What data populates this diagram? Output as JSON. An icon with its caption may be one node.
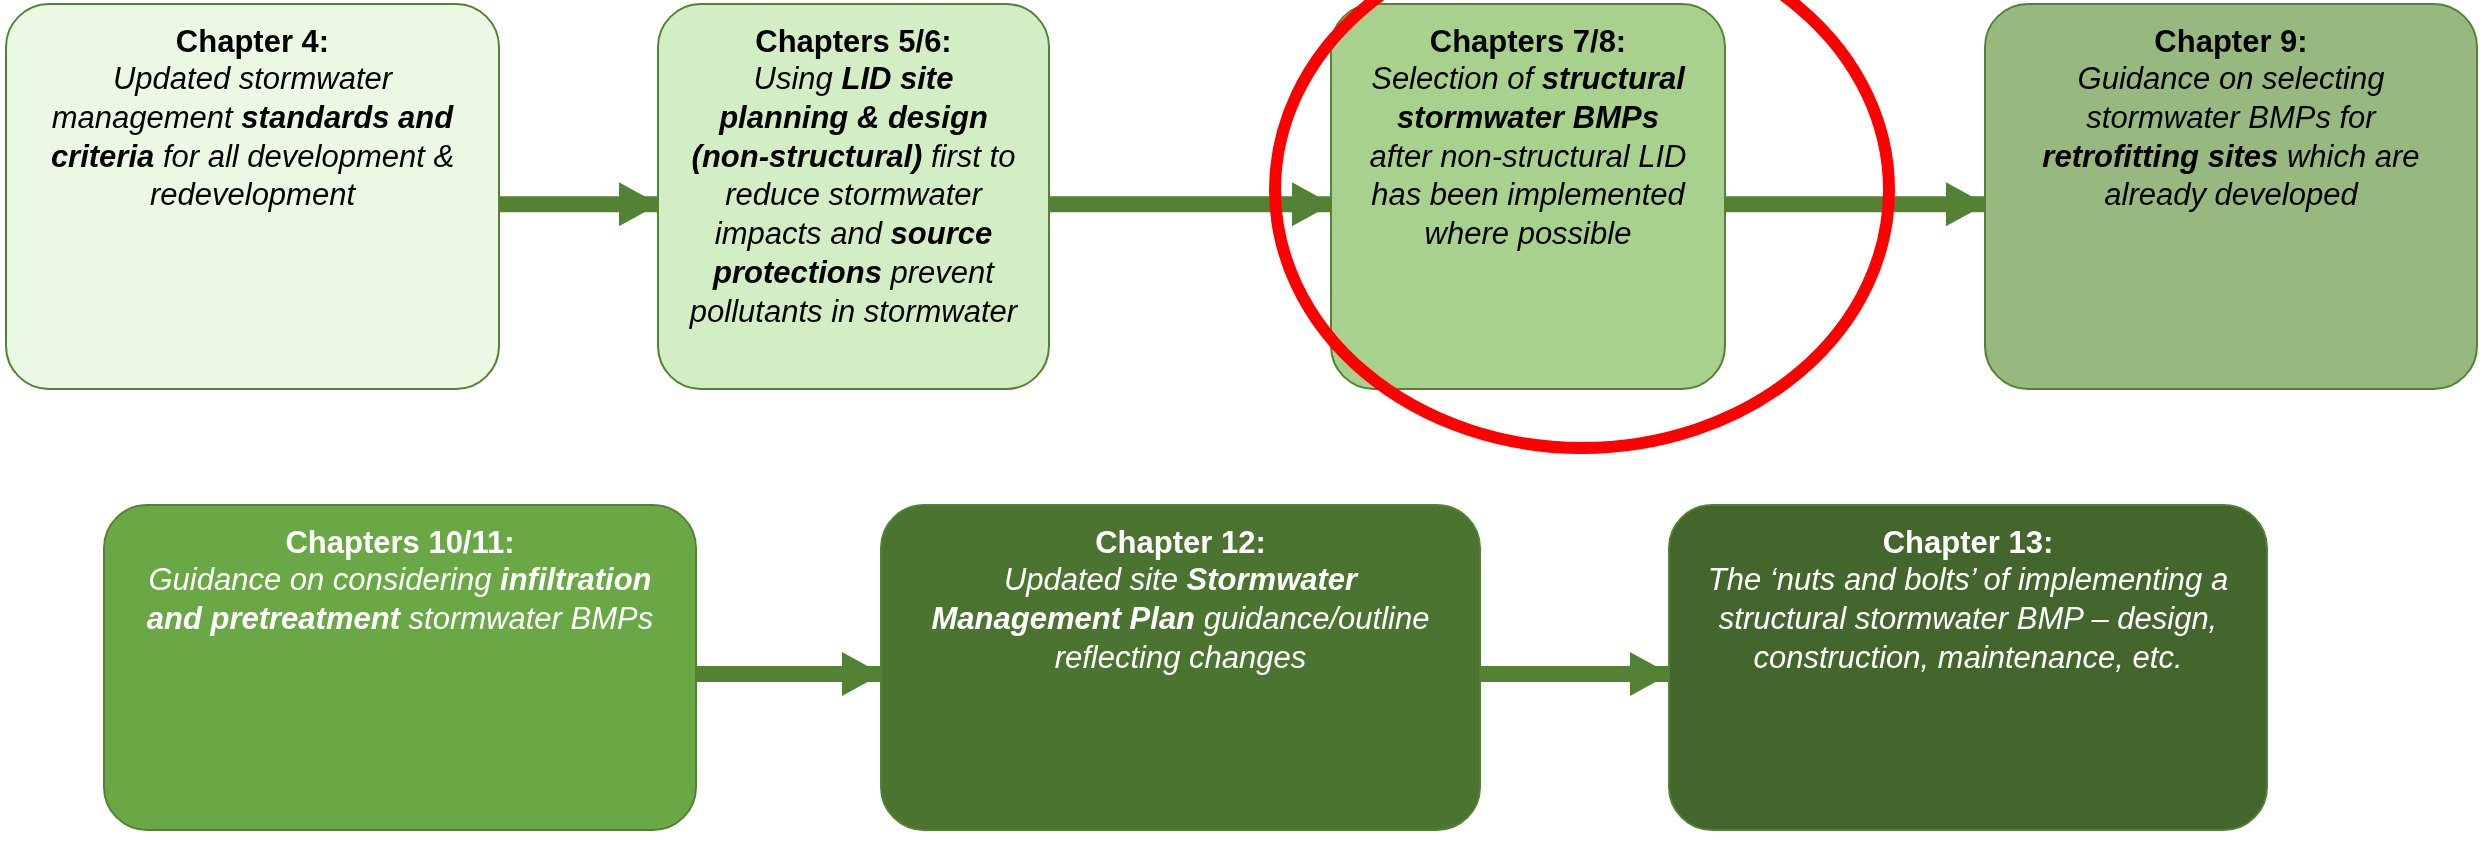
{
  "diagram": {
    "nodes": [
      {
        "text": [
          "Chapter 4:",
          "Updated stormwater management **standards and criteria** for all development & redevelopment"
        ]
      },
      {
        "text": [
          "Chapters 5/6:",
          "Using **LID site planning & design (non-structural)** first to reduce stormwater impacts and **source protections** prevent pollutants in stormwater"
        ]
      },
      {
        "text": [
          "Chapters 7/8:",
          "Selection of **structural stormwater BMPs** after non-structural LID has been implemented where possible"
        ]
      },
      {
        "text": [
          "Chapter 9:",
          "Guidance on selecting stormwater BMPs for **retrofitting sites** which are already developed"
        ]
      },
      {
        "text": [
          "Chapters 10/11:",
          "Guidance on considering **infiltration and pretreatment** stormwater BMPs"
        ]
      },
      {
        "text": [
          "Chapter 12:",
          "Updated site **Stormwater Management Plan** guidance/outline reflecting changes"
        ]
      },
      {
        "text": [
          "Chapter 13:",
          "The ‘nuts and bolts’ of implementing a structural stormwater BMP – design, construction, maintenance, etc."
        ]
      }
    ],
    "edges": [
      {
        "from": 0,
        "to": 1,
        "arrow": "to"
      },
      {
        "from": 1,
        "to": 2,
        "arrow": "to"
      },
      {
        "from": 2,
        "to": 3,
        "arrow": "to"
      },
      {
        "from": 4,
        "to": 5,
        "arrow": "to"
      },
      {
        "from": 5,
        "to": 6,
        "arrow": "to"
      }
    ]
  }
}
